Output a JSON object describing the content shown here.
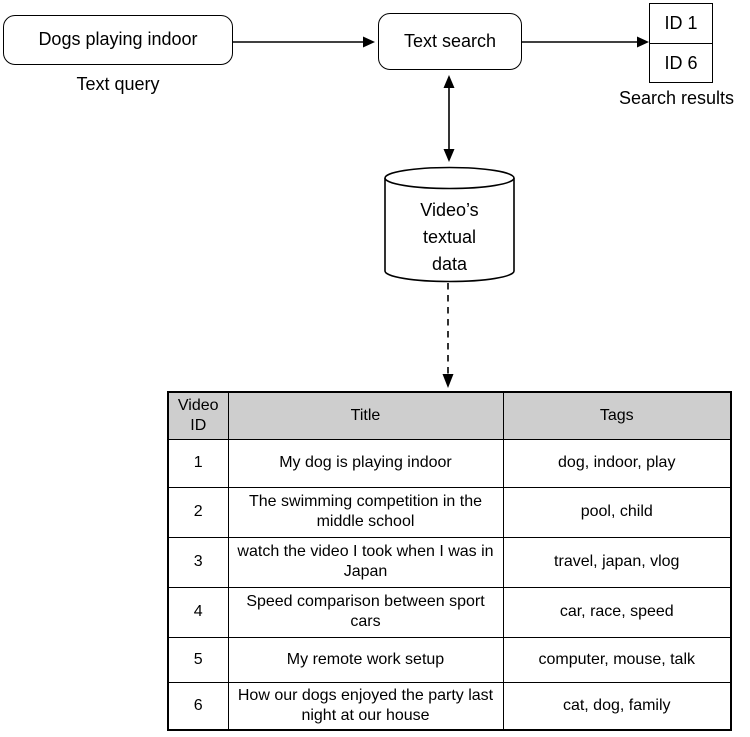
{
  "flow": {
    "query_box_label": "Dogs playing indoor",
    "query_caption": "Text query",
    "search_box_label": "Text search",
    "result_ids": [
      "ID 1",
      "ID 6"
    ],
    "results_caption": "Search results",
    "database_lines": [
      "Video’s",
      "textual",
      "data"
    ]
  },
  "icons": {
    "database_icon": "cylinder-database",
    "arrow_icon": "solid-black-arrowhead"
  },
  "colors": {
    "table_header_bg": "#cecece",
    "stroke": "#000000",
    "background": "#ffffff"
  },
  "table": {
    "headers": {
      "id": "Video ID",
      "title": "Title",
      "tags": "Tags"
    },
    "rows": [
      {
        "id": "1",
        "title": "My dog is playing indoor",
        "tags": "dog, indoor, play"
      },
      {
        "id": "2",
        "title": "The swimming competition in the middle school",
        "tags": "pool, child"
      },
      {
        "id": "3",
        "title": "watch the video I took when I was in Japan",
        "tags": "travel, japan, vlog"
      },
      {
        "id": "4",
        "title": "Speed comparison between sport cars",
        "tags": "car, race, speed"
      },
      {
        "id": "5",
        "title": "My remote work setup",
        "tags": "computer, mouse, talk"
      },
      {
        "id": "6",
        "title": "How our dogs enjoyed the party last night at our house",
        "tags": "cat, dog, family"
      }
    ]
  }
}
